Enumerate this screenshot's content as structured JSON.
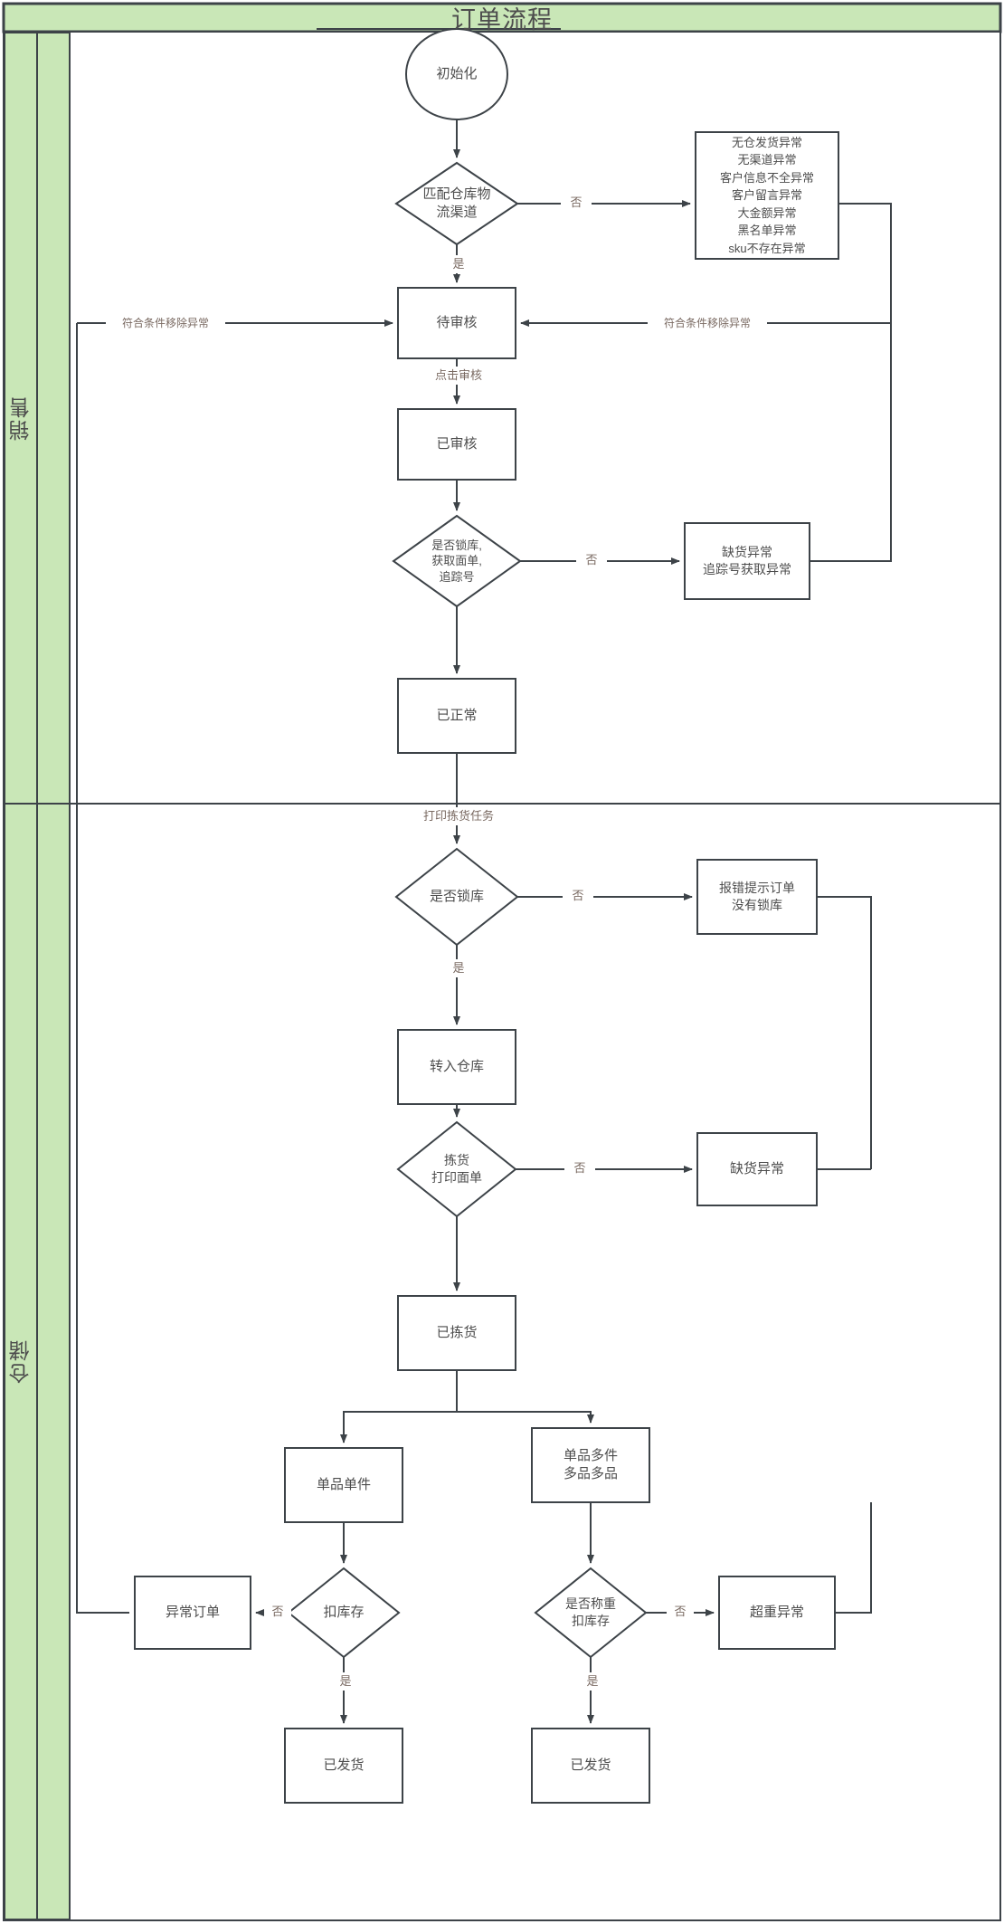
{
  "diagram": {
    "title": "订单流程",
    "type": "flowchart-swimlane",
    "colors": {
      "lane_fill": "#c9e7b7",
      "stroke": "#3d4348",
      "node_text": "#4d4d4d",
      "edge_text": "#7a6a62",
      "background": "#ffffff"
    },
    "lanes": [
      {
        "id": "sales",
        "label": "销售"
      },
      {
        "id": "warehouse",
        "label": "仓储"
      }
    ],
    "nodes": [
      {
        "id": "start",
        "shape": "ellipse",
        "label": "初始化"
      },
      {
        "id": "match",
        "shape": "diamond",
        "label": "匹配仓库物\n流渠道"
      },
      {
        "id": "exceptions",
        "shape": "rect",
        "label": "无仓发货异常\n无渠道异常\n客户信息不全异常\n客户留言异常\n大金额异常\n黑名单异常\nsku不存在异常"
      },
      {
        "id": "pending",
        "shape": "rect",
        "label": "待审核"
      },
      {
        "id": "audited",
        "shape": "rect",
        "label": "已审核"
      },
      {
        "id": "lockstock",
        "shape": "diamond",
        "label": "是否锁库,\n获取面单,\n追踪号"
      },
      {
        "id": "stockout1",
        "shape": "rect",
        "label": "缺货异常\n追踪号获取异常"
      },
      {
        "id": "normal",
        "shape": "rect",
        "label": "已正常"
      },
      {
        "id": "islocked",
        "shape": "diamond",
        "label": "是否锁库"
      },
      {
        "id": "errnolock",
        "shape": "rect",
        "label": "报错提示订单\n没有锁库"
      },
      {
        "id": "towarehouse",
        "shape": "rect",
        "label": "转入仓库"
      },
      {
        "id": "pickprint",
        "shape": "diamond",
        "label": "拣货\n打印面单"
      },
      {
        "id": "stockout2",
        "shape": "rect",
        "label": "缺货异常"
      },
      {
        "id": "picked",
        "shape": "rect",
        "label": "已拣货"
      },
      {
        "id": "single",
        "shape": "rect",
        "label": "单品单件"
      },
      {
        "id": "multi",
        "shape": "rect",
        "label": "单品多件\n多品多品"
      },
      {
        "id": "deduct",
        "shape": "diamond",
        "label": "扣库存"
      },
      {
        "id": "abnormalorder",
        "shape": "rect",
        "label": "异常订单"
      },
      {
        "id": "weighdeduct",
        "shape": "diamond",
        "label": "是否称重\n扣库存"
      },
      {
        "id": "overweight",
        "shape": "rect",
        "label": "超重异常"
      },
      {
        "id": "shipped1",
        "shape": "rect",
        "label": "已发货"
      },
      {
        "id": "shipped2",
        "shape": "rect",
        "label": "已发货"
      }
    ],
    "edges": [
      {
        "from": "start",
        "to": "match",
        "label": ""
      },
      {
        "from": "match",
        "to": "exceptions",
        "label": "否"
      },
      {
        "from": "match",
        "to": "pending",
        "label": "是"
      },
      {
        "from": "exceptions",
        "to": "pending",
        "label": "符合条件移除异常"
      },
      {
        "from": "stockout1",
        "to": "pending",
        "label": "符合条件移除异常"
      },
      {
        "from": "pending",
        "to": "audited",
        "label": "点击审核"
      },
      {
        "from": "audited",
        "to": "lockstock",
        "label": ""
      },
      {
        "from": "lockstock",
        "to": "stockout1",
        "label": "否"
      },
      {
        "from": "lockstock",
        "to": "normal",
        "label": ""
      },
      {
        "from": "normal",
        "to": "islocked",
        "label": "打印拣货任务"
      },
      {
        "from": "islocked",
        "to": "errnolock",
        "label": "否"
      },
      {
        "from": "islocked",
        "to": "towarehouse",
        "label": "是"
      },
      {
        "from": "towarehouse",
        "to": "pickprint",
        "label": ""
      },
      {
        "from": "pickprint",
        "to": "stockout2",
        "label": "否"
      },
      {
        "from": "pickprint",
        "to": "picked",
        "label": ""
      },
      {
        "from": "picked",
        "to": "single",
        "label": ""
      },
      {
        "from": "picked",
        "to": "multi",
        "label": ""
      },
      {
        "from": "single",
        "to": "deduct",
        "label": ""
      },
      {
        "from": "deduct",
        "to": "abnormalorder",
        "label": "否"
      },
      {
        "from": "deduct",
        "to": "shipped1",
        "label": "是"
      },
      {
        "from": "multi",
        "to": "weighdeduct",
        "label": ""
      },
      {
        "from": "weighdeduct",
        "to": "overweight",
        "label": "否"
      },
      {
        "from": "weighdeduct",
        "to": "shipped2",
        "label": "是"
      }
    ]
  }
}
